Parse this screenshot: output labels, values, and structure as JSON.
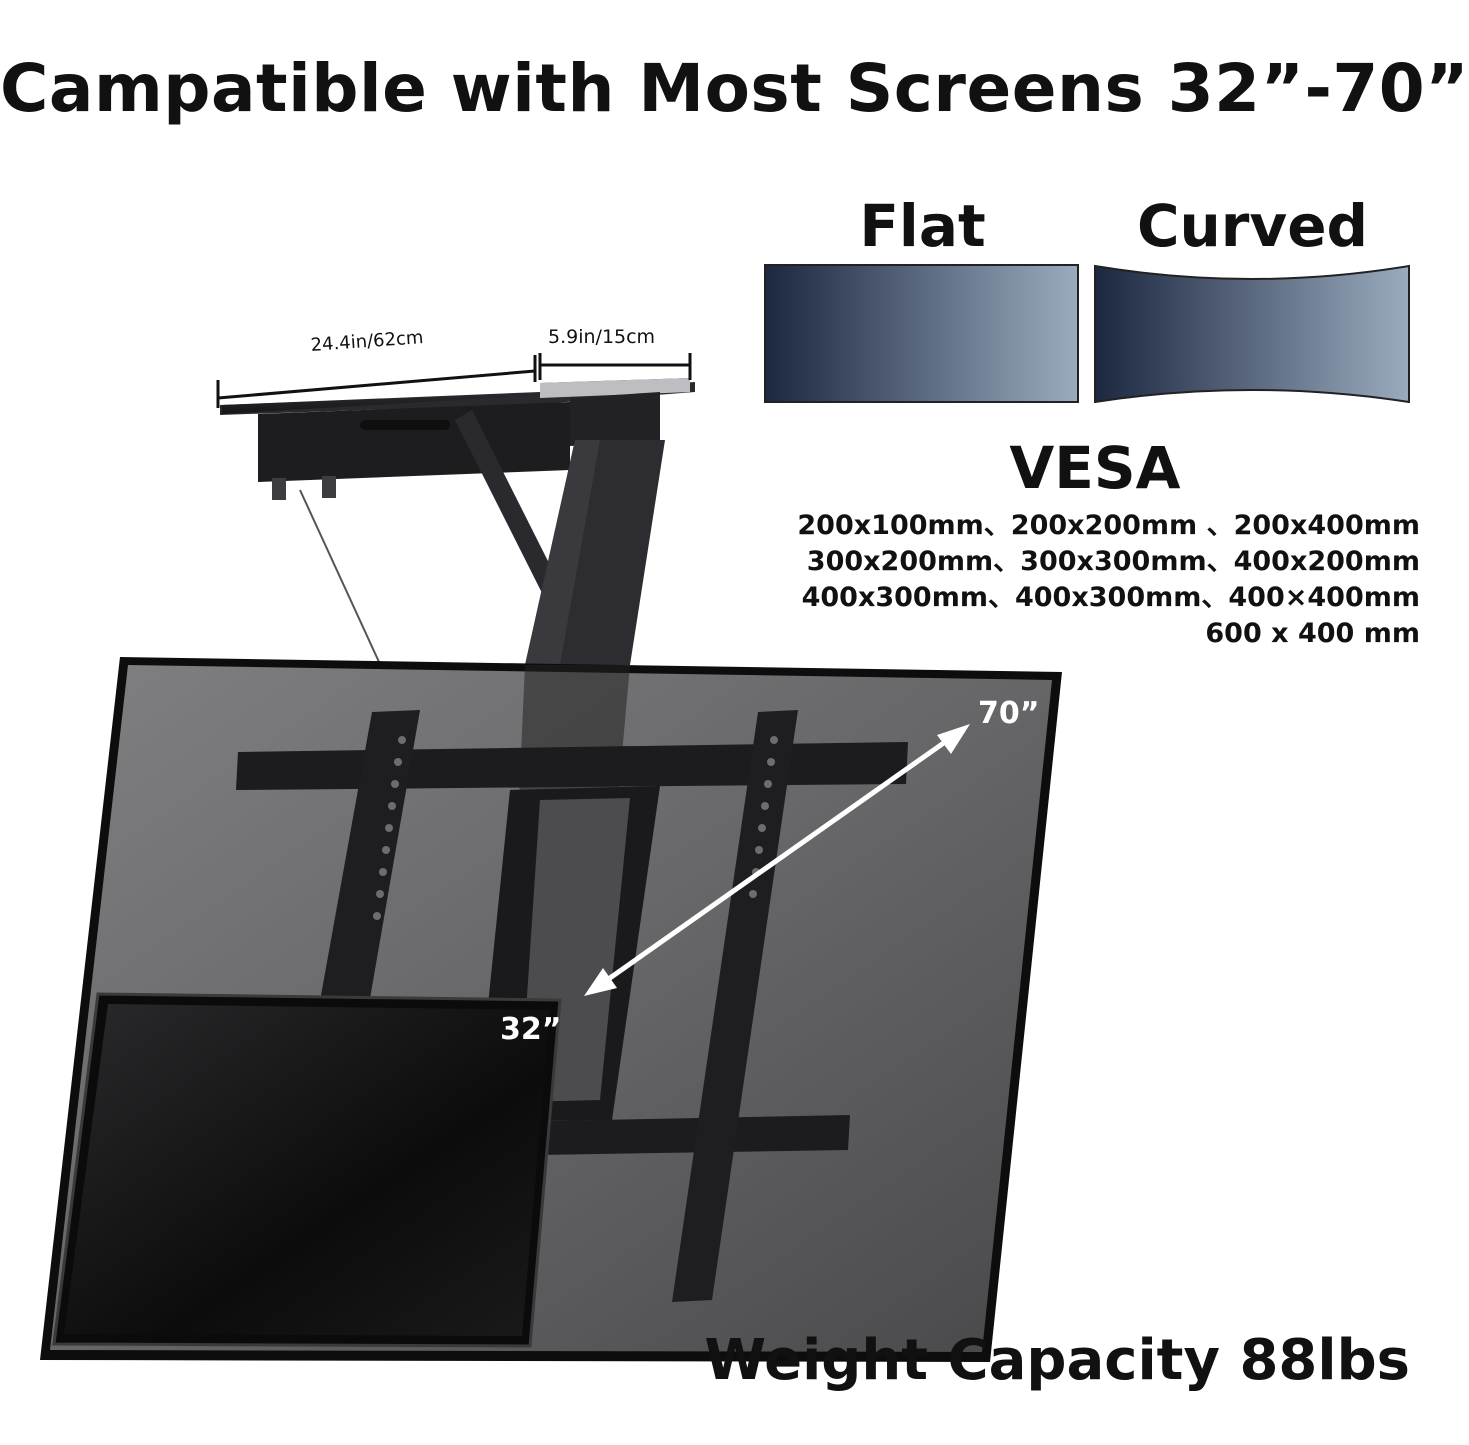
{
  "headline": "Campatible with Most Screens 32”-70”",
  "screen_types": {
    "flat": "Flat",
    "curved": "Curved"
  },
  "vesa": {
    "title": "VESA",
    "rows": [
      "200x100mm、200x200mm 、200x400mm",
      "300x200mm、300x300mm、400x200mm",
      "400x300mm、400x300mm、400×400mm",
      "600 x 400 mm"
    ]
  },
  "dimensions": {
    "width": "24.4in/62cm",
    "depth": "5.9in/15cm"
  },
  "screen_sizes": {
    "large": "70”",
    "small": "32”"
  },
  "weight_capacity": "Weight Capacity 88lbs",
  "colors": {
    "panel_dark": "#1c2740",
    "panel_light": "#9aabbf",
    "bracket": "#1f1f21",
    "tv_glass": "#6e6e70"
  }
}
